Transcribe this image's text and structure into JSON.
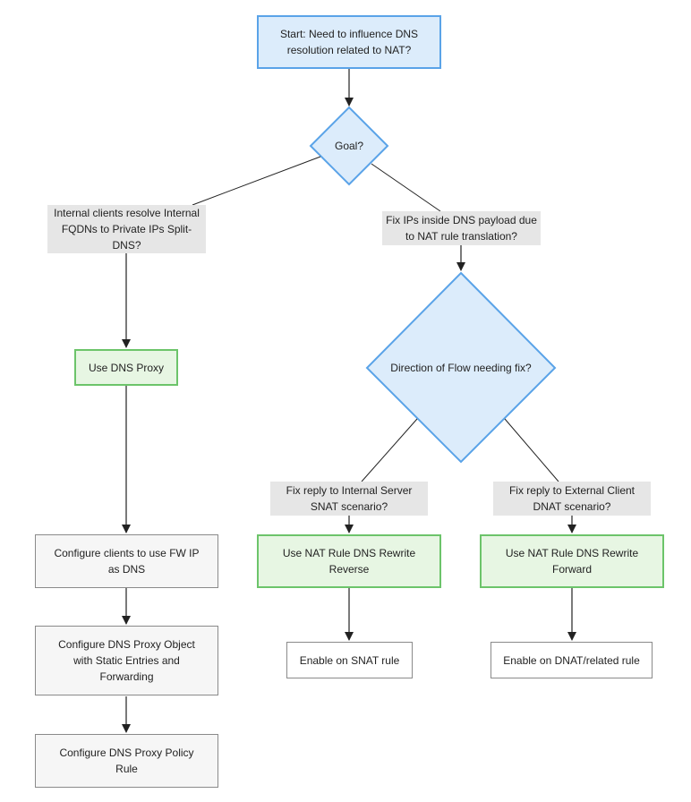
{
  "nodes": {
    "start": "Start: Need to influence DNS resolution related to NAT?",
    "goal": "Goal?",
    "use_dns_proxy": "Use DNS Proxy",
    "configure_clients": "Configure clients to use FW IP as DNS",
    "configure_object": "Configure DNS Proxy Object with Static Entries and Forwarding",
    "configure_policy": "Configure DNS Proxy Policy Rule",
    "direction": "Direction of Flow needing fix?",
    "rewrite_reverse": "Use NAT Rule DNS Rewrite Reverse",
    "rewrite_forward": "Use NAT Rule DNS Rewrite Forward",
    "enable_snat": "Enable on SNAT rule",
    "enable_dnat": "Enable on DNAT/related rule"
  },
  "edge_labels": {
    "split_dns": "Internal clients resolve Internal FQDNs to Private IPs Split-DNS?",
    "fix_payload": "Fix IPs inside DNS payload due to NAT rule translation?",
    "fix_snat": "Fix reply to Internal Server SNAT scenario?",
    "fix_dnat": "Fix reply to External Client DNAT scenario?"
  },
  "colors": {
    "start_fill": "#dcecfb",
    "start_border": "#5aa3e8",
    "action_fill": "#e7f6e3",
    "action_border": "#6cc46a",
    "label_fill": "#e6e6e6",
    "edge": "#222222"
  }
}
